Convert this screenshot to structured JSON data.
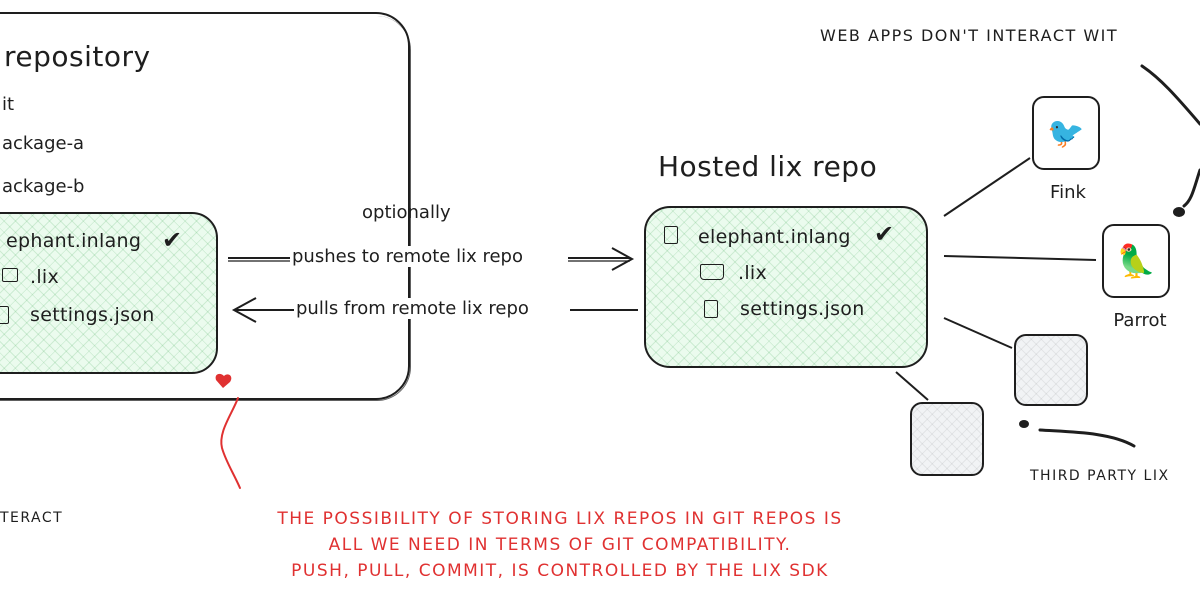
{
  "left_repo": {
    "title": "repository",
    "items": [
      "it",
      "ackage-a",
      "ackage-b"
    ],
    "box_files": {
      "main": "ephant.inlang",
      "folder": ".lix",
      "settings": "settings.json"
    }
  },
  "arrows": {
    "optional_label": "optionally",
    "push_label": "pushes to remote lix repo",
    "pull_label": "pulls from remote lix repo"
  },
  "hosted_repo": {
    "title": "Hosted lix repo",
    "files": {
      "main": "elephant.inlang",
      "folder": ".lix",
      "settings": "settings.json"
    }
  },
  "apps": [
    {
      "name": "Fink",
      "icon": "bird-icon"
    },
    {
      "name": "Parrot",
      "icon": "parrot-icon"
    }
  ],
  "notes": {
    "top_right": "WEB APPS DON'T INTERACT WIT",
    "third_party": "THIRD PARTY LIX",
    "left_bottom": "TERACT",
    "red_lines": [
      "THE POSSIBILITY OF STORING LIX REPOS IN GIT REPOS IS",
      "ALL WE NEED IN TERMS OF GIT COMPATIBILITY.",
      "PUSH, PULL, COMMIT, IS CONTROLLED BY THE LIX SDK"
    ]
  },
  "colors": {
    "stroke": "#1e1e1e",
    "green_fill": "#ebfbee",
    "red": "#e03131"
  }
}
